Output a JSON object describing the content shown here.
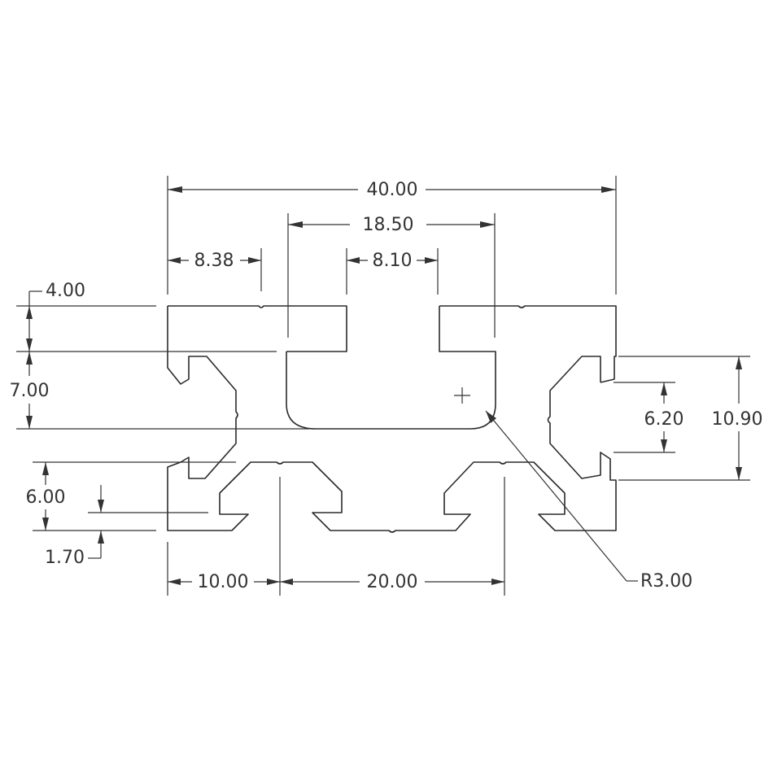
{
  "dimensions": {
    "overall_width": "40.00",
    "slot_span": "18.50",
    "edge_to_slot": "8.38",
    "slot_opening": "8.10",
    "top_wall": "4.00",
    "slot_depth": "7.00",
    "lower_slot_depth": "6.00",
    "lower_lip": "1.70",
    "edge_to_center": "10.00",
    "center_pitch": "20.00",
    "side_slot_opening": "6.20",
    "side_slot_height": "10.90",
    "fillet_radius": "R3.00"
  },
  "colors": {
    "line": "#2b2b2b",
    "dimension": "#333333",
    "background": "#ffffff"
  }
}
